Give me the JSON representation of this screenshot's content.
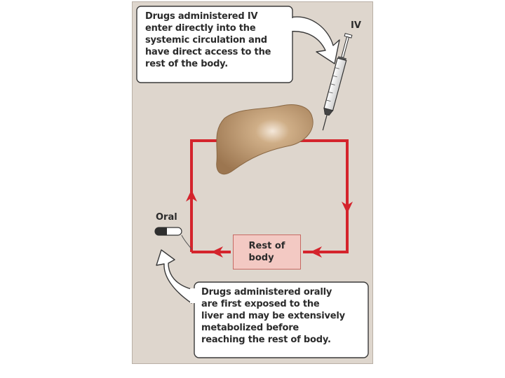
{
  "callouts": {
    "iv": {
      "lines": [
        "Drugs administered IV",
        "enter directly into the",
        "systemic circulation and",
        "have direct access to the",
        "rest of the body."
      ]
    },
    "oral": {
      "lines": [
        "Drugs administered orally",
        "are first exposed to the",
        "liver and may be extensively",
        "metabolized before",
        "reaching the rest of body."
      ]
    }
  },
  "labels": {
    "iv": "IV",
    "oral": "Oral",
    "rest_of_body_lines": [
      "Rest of",
      "body"
    ]
  },
  "icons": [
    "liver-icon",
    "syringe-icon",
    "oral-capsule-icon",
    "circulation-loop",
    "callout-arrow-icon"
  ],
  "colors": {
    "background": "#ded6cd",
    "circulation": "#d4242c",
    "liver": "#b18a62",
    "rest_of_body_fill": "#f3c9c3",
    "callout_fill": "#ffffff"
  }
}
